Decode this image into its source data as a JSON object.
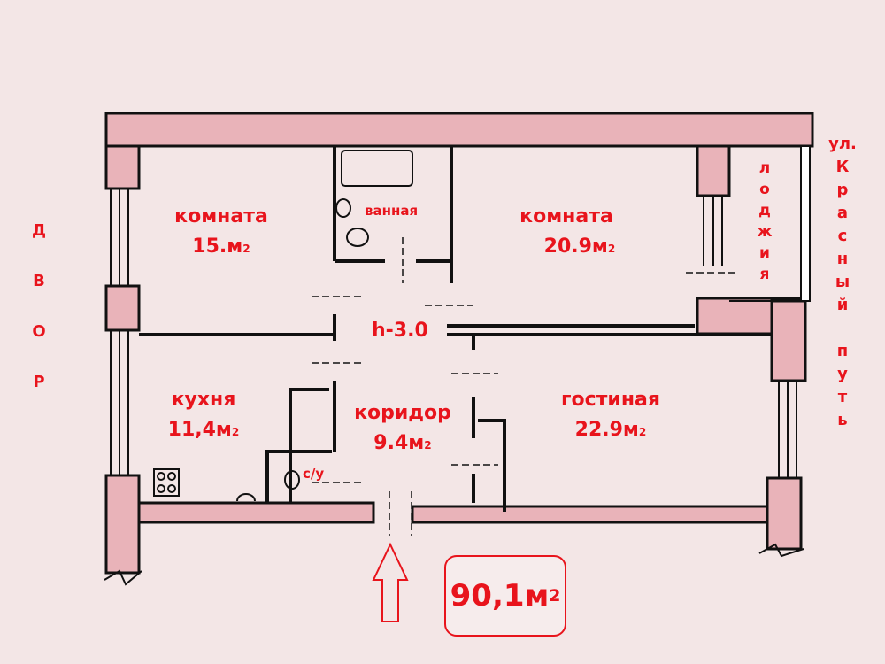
{
  "rooms": {
    "room1": {
      "name": "комната",
      "area": "15.м",
      "unit_sub": "2"
    },
    "room2": {
      "name": "комната",
      "area": "20.9м",
      "unit_sub": "2"
    },
    "bathroom": {
      "name": "ванная"
    },
    "kitchen": {
      "name": "кухня",
      "area": "11,4м",
      "unit_sub": "2"
    },
    "corridor": {
      "name": "коридор",
      "area": "9.4м",
      "unit_sub": "2"
    },
    "living": {
      "name": "гостиная",
      "area": "22.9м",
      "unit_sub": "2"
    },
    "toilet": {
      "name": "с/у"
    },
    "loggia": {
      "letters": [
        "л",
        "о",
        "д",
        "ж",
        "и",
        "я"
      ]
    }
  },
  "ceiling_height": "h-3.0",
  "yard": {
    "letters": [
      "Д",
      "В",
      "О",
      "Р"
    ]
  },
  "street": {
    "letters": [
      "ул.",
      "К",
      "р",
      "а",
      "с",
      "н",
      "ы",
      "й",
      "",
      "п",
      "у",
      "т",
      "ь"
    ]
  },
  "total_area": {
    "value": "90,1м",
    "unit_sub": "2"
  },
  "colors": {
    "label": "#e8141c",
    "wall_fill": "#e8a9b0",
    "line": "#111111"
  }
}
